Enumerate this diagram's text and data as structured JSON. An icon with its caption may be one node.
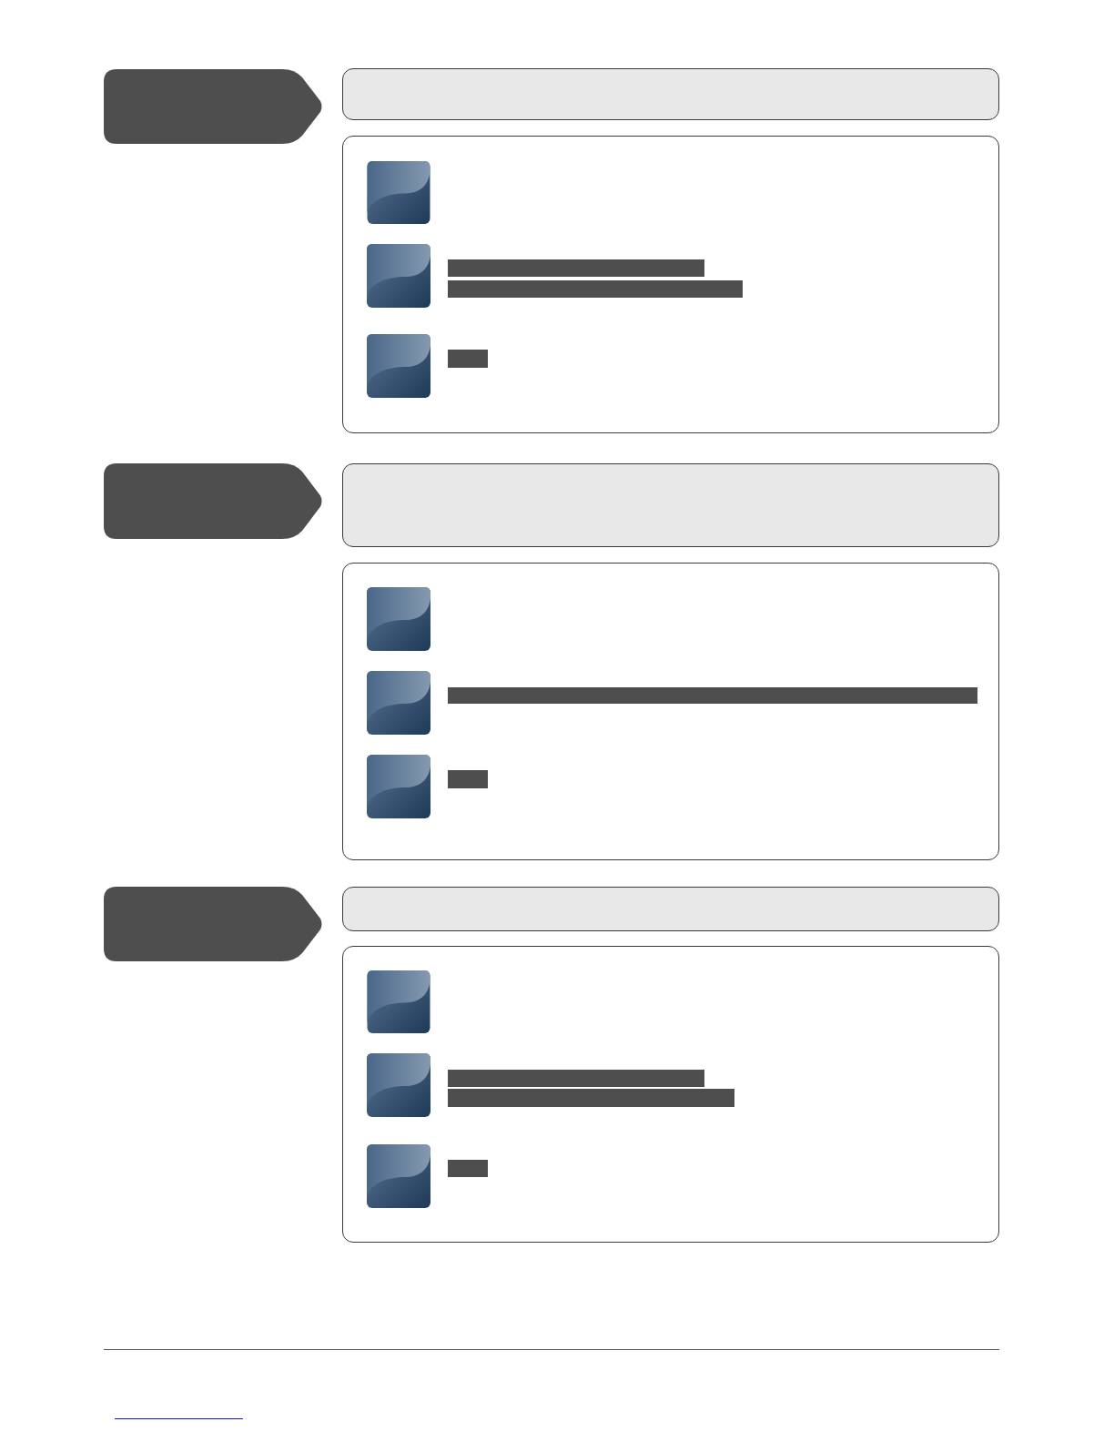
{
  "diagram": {
    "nodes": [
      {
        "text": [],
        "shape": "tag"
      },
      {
        "text": [],
        "shape": "box"
      },
      {
        "text": [],
        "shape": "box"
      },
      {
        "text": [],
        "shape": "square",
        "in": 2
      },
      {
        "text": [],
        "shape": "square",
        "in": 2
      },
      {
        "text": [],
        "shape": "square",
        "in": 2
      },
      {
        "text": [],
        "shape": "tag"
      },
      {
        "text": [],
        "shape": "box"
      },
      {
        "text": [],
        "shape": "box"
      },
      {
        "text": [],
        "shape": "square",
        "in": 8
      },
      {
        "text": [],
        "shape": "square",
        "in": 8
      },
      {
        "text": [],
        "shape": "square",
        "in": 8
      },
      {
        "text": [],
        "shape": "tag"
      },
      {
        "text": [],
        "shape": "box"
      },
      {
        "text": [],
        "shape": "box"
      },
      {
        "text": [],
        "shape": "square",
        "in": 14
      },
      {
        "text": [],
        "shape": "square",
        "in": 14
      },
      {
        "text": [],
        "shape": "square",
        "in": 14
      }
    ]
  }
}
